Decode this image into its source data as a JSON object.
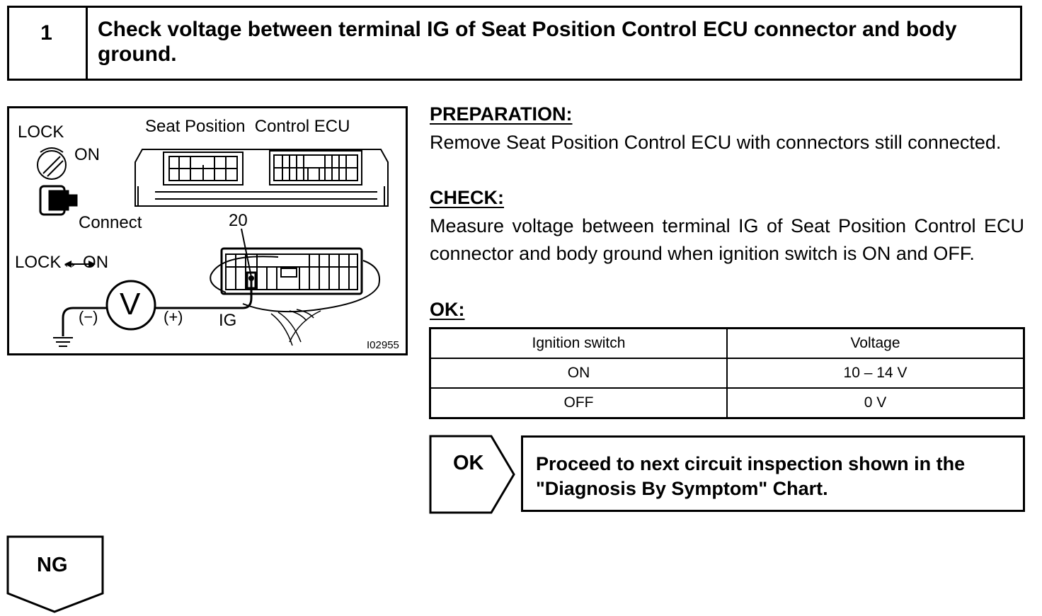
{
  "step": {
    "number": "1",
    "title": "Check voltage between terminal IG of Seat Position Control ECU connector and body ground."
  },
  "illustration": {
    "lock_top": "LOCK",
    "on_top": "ON",
    "connect": "Connect",
    "ecu_title": "Seat Position  Control ECU",
    "pin_number": "20",
    "lock_on": "LOCK↔ ON",
    "neg": "(−)",
    "pos": "(+)",
    "meter": "V",
    "ig": "IG",
    "figure_id": "I02955"
  },
  "preparation": {
    "heading": "PREPARATION:",
    "text": "Remove Seat Position Control ECU with connectors still connected."
  },
  "check": {
    "heading": "CHECK:",
    "text": "Measure voltage between terminal IG of Seat Position Control ECU connector and body ground when ignition switch is ON and OFF."
  },
  "ok_section": {
    "heading": "OK:",
    "table": {
      "headers": [
        "Ignition switch",
        "Voltage"
      ],
      "rows": [
        [
          "ON",
          "10 – 14 V"
        ],
        [
          "OFF",
          "0 V"
        ]
      ]
    }
  },
  "result_ok": {
    "label": "OK",
    "text": "Proceed to next circuit inspection shown in the \"Diagnosis By Symptom\" Chart."
  },
  "result_ng": {
    "label": "NG"
  }
}
